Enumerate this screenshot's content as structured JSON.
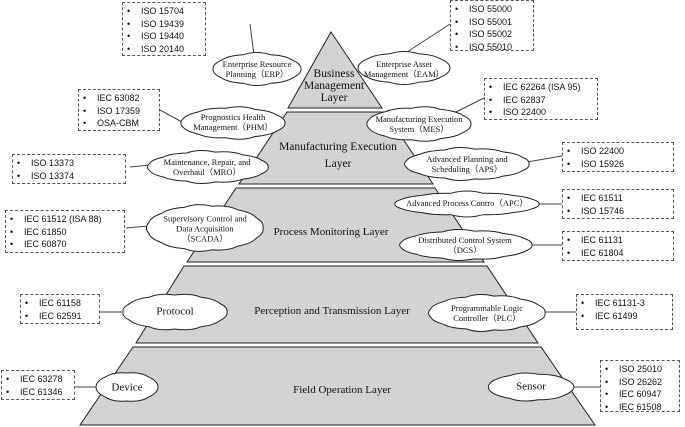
{
  "layers": [
    {
      "id": "business",
      "lines": [
        "Business",
        "Management",
        "Layer"
      ]
    },
    {
      "id": "mes",
      "lines": [
        "Manufacturing Execution",
        "Layer"
      ]
    },
    {
      "id": "monitoring",
      "lines": [
        "Process Monitoring Layer"
      ]
    },
    {
      "id": "perception",
      "lines": [
        "Perception and Transmission Layer"
      ]
    },
    {
      "id": "field",
      "lines": [
        "Field Operation Layer"
      ]
    }
  ],
  "clouds": [
    {
      "id": "erp",
      "lines": [
        "Enterprise Resource",
        "Planning（ERP）"
      ]
    },
    {
      "id": "eam",
      "lines": [
        "Enterprise Asset",
        "Management（EAM）"
      ]
    },
    {
      "id": "phm",
      "lines": [
        "Prognostics Health",
        "Management（PHM）"
      ]
    },
    {
      "id": "mes",
      "lines": [
        "Manufacturing Execution",
        "System（MES）"
      ]
    },
    {
      "id": "mro",
      "lines": [
        "Maintenance, Repair, and",
        "Overhaul（MRO）"
      ]
    },
    {
      "id": "aps",
      "lines": [
        "Advanced Planning and",
        "Scheduling（APS）"
      ]
    },
    {
      "id": "scada",
      "lines": [
        "Supervisory Control and",
        "Data Acquisition",
        "（SCADA）"
      ]
    },
    {
      "id": "apc",
      "lines": [
        "Advanced Process Contro（APC）"
      ]
    },
    {
      "id": "dcs",
      "lines": [
        "Distributed Control System",
        "（DCS）"
      ]
    },
    {
      "id": "protocol",
      "lines": [
        "Protocol"
      ]
    },
    {
      "id": "plc",
      "lines": [
        "Programmable Logic",
        "Controller（PLC）"
      ]
    },
    {
      "id": "device",
      "lines": [
        "Device"
      ]
    },
    {
      "id": "sensor",
      "lines": [
        "Sensor"
      ]
    }
  ],
  "standards": [
    {
      "id": "erp",
      "items": [
        "ISO 15704",
        "ISO 19439",
        "ISO 19440",
        "ISO 20140"
      ]
    },
    {
      "id": "eam",
      "items": [
        "ISO 55000",
        "ISO 55001",
        "ISO 55002",
        "ISO 55010"
      ]
    },
    {
      "id": "phm",
      "items": [
        "IEC 63082",
        "ISO 17359",
        "OSA-CBM"
      ]
    },
    {
      "id": "mes",
      "items": [
        "IEC 62264 (ISA 95)",
        "IEC 62837",
        "ISO 22400"
      ]
    },
    {
      "id": "mro",
      "items": [
        "ISO 13373",
        "ISO 13374"
      ]
    },
    {
      "id": "aps",
      "items": [
        "ISO 22400",
        "ISO 15926"
      ]
    },
    {
      "id": "scada",
      "items": [
        "IEC 61512 (ISA 88)",
        "IEC 61850",
        "IEC 60870"
      ]
    },
    {
      "id": "apc",
      "items": [
        "IEC 61511",
        "ISO 15746"
      ]
    },
    {
      "id": "dcs",
      "items": [
        "IEC 61131",
        "IEC 61804"
      ]
    },
    {
      "id": "protocol",
      "items": [
        "IEC 61158",
        "IEC 62591"
      ]
    },
    {
      "id": "plc",
      "items": [
        "IEC 61131-3",
        "IEC 61499"
      ]
    },
    {
      "id": "device",
      "items": [
        "IEC 63278",
        "IEC 61346"
      ]
    },
    {
      "id": "sensor",
      "items": [
        "ISO 25010",
        "ISO 26262",
        "IEC 60947",
        "IEC 61508"
      ]
    }
  ]
}
